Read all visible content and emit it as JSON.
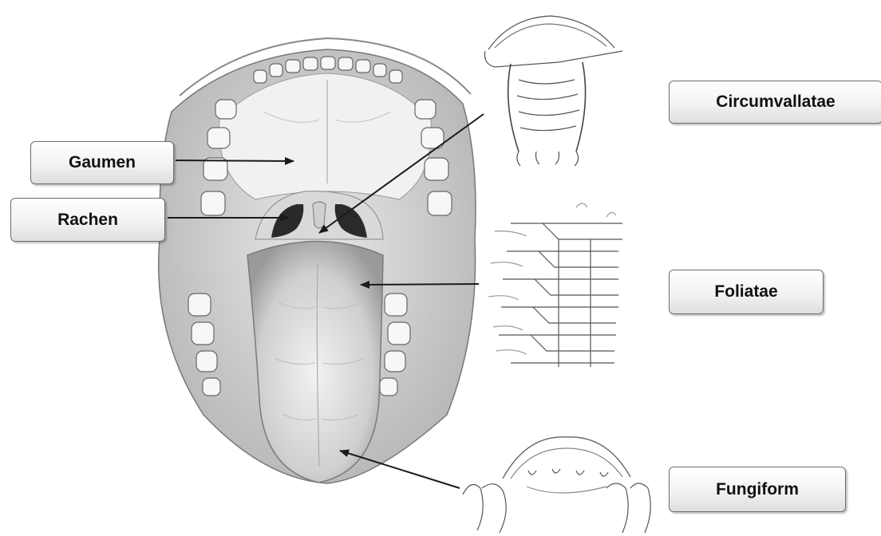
{
  "labels": {
    "gaumen": "Gaumen",
    "rachen": "Rachen",
    "circumvallatae": "Circumvallatae",
    "foliatae": "Foliatae",
    "fungiform": "Fungiform"
  },
  "colors": {
    "box_border": "#6e6e6e",
    "arrow": "#1a1a1a",
    "drawing_line": "#555555",
    "tissue_shade": "#d4d4d4"
  }
}
